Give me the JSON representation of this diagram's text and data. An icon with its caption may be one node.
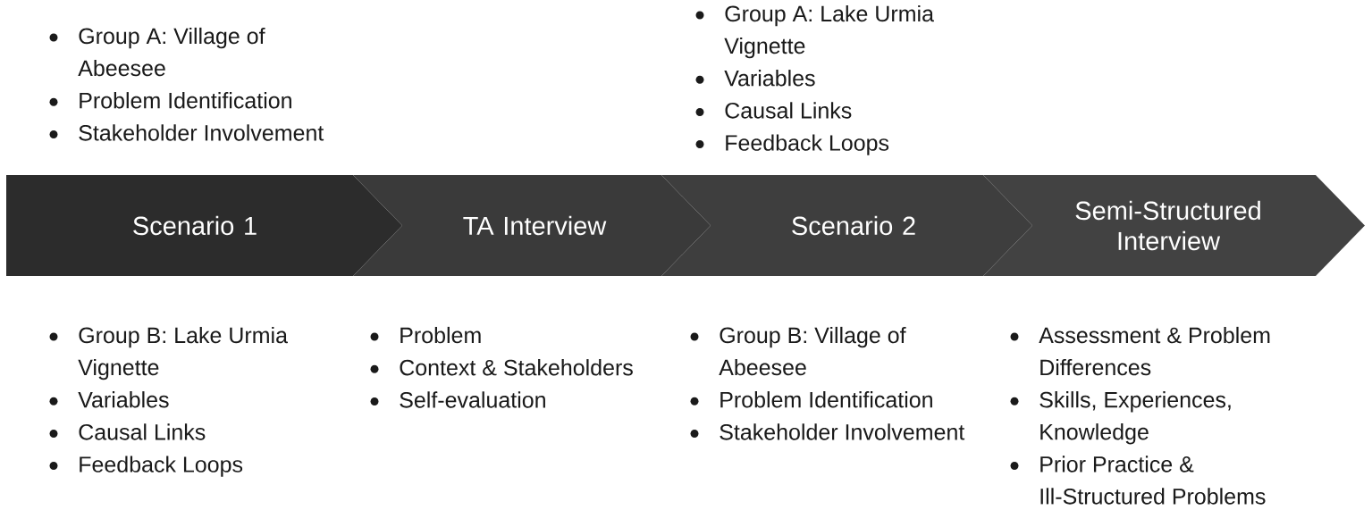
{
  "diagram": {
    "nodes": [
      {
        "text": [
          "Scenario 1"
        ],
        "beside": [
          "Group A: Village of Abeesee",
          "Problem Identification",
          "Stakeholder Involvement",
          "Group B: Lake Urmia Vignette",
          "Variables",
          "Causal Links",
          "Feedback Loops"
        ]
      },
      {
        "text": [
          "TA Interview"
        ],
        "beside": [
          "Problem",
          "Context & Stakeholders",
          "Self-evaluation"
        ]
      },
      {
        "text": [
          "Scenario 2"
        ],
        "beside": [
          "Group A: Lake Urmia Vignette",
          "Variables",
          "Causal Links",
          "Feedback Loops",
          "Group B: Village of Abeesee",
          "Problem Identification",
          "Stakeholder Involvement"
        ]
      },
      {
        "text": [
          "Semi-Structured Interview"
        ],
        "beside": [
          "Assessment & Problem Differences",
          "Skills, Experiences, Knowledge",
          "Prior Practice & Ill-Structured Problems"
        ]
      }
    ]
  }
}
